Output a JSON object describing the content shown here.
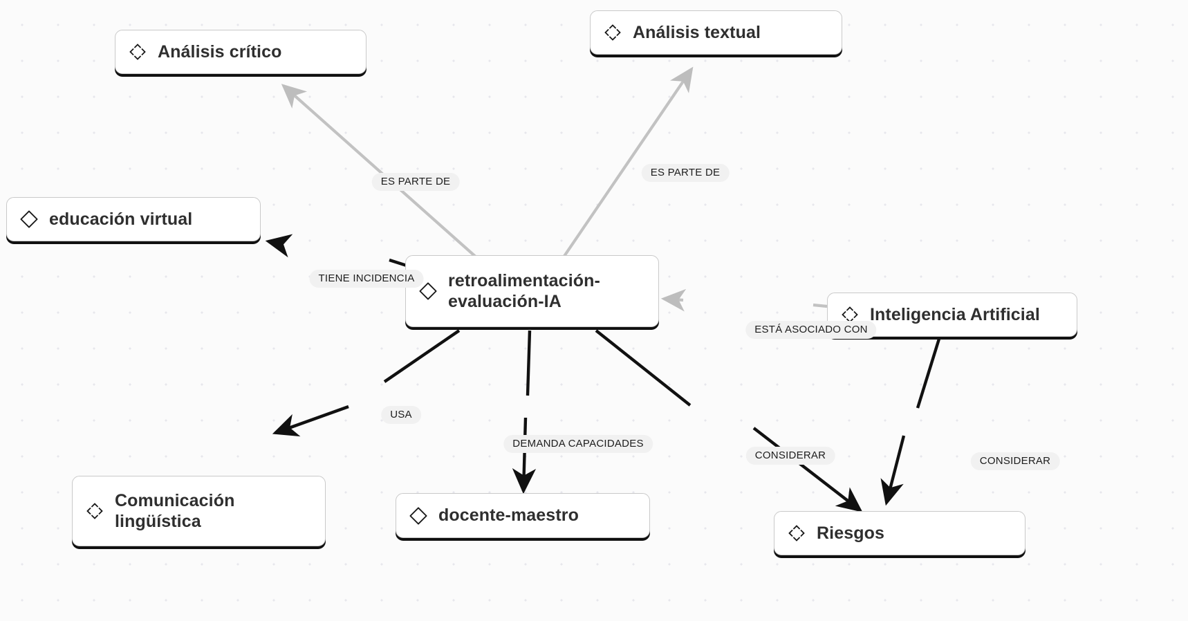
{
  "diagram": {
    "type": "concept-map",
    "background": "#fbfbfb",
    "dot_grid_color": "#e7e7ec",
    "node_border_color": "#c9c9c9",
    "node_shadow_color": "#111111",
    "edge_color_gray": "#c2c2c2",
    "edge_color_black": "#111111",
    "label_pill_bg": "#f1f1f1"
  },
  "nodes": [
    {
      "id": "analisis-critico",
      "label": "Análisis crítico",
      "icon": "move-diamond-icon"
    },
    {
      "id": "analisis-textual",
      "label": "Análisis textual",
      "icon": "move-diamond-icon"
    },
    {
      "id": "educacion-virtual",
      "label": "educación virtual",
      "icon": "diamond-icon"
    },
    {
      "id": "retroalimentacion",
      "label": "retroalimentación-\nevaluación-IA",
      "icon": "diamond-icon"
    },
    {
      "id": "inteligencia-artificial",
      "label": "Inteligencia Artificial",
      "icon": "move-diamond-icon"
    },
    {
      "id": "comunicacion",
      "label": "Comunicación\nlingüística",
      "icon": "move-diamond-icon"
    },
    {
      "id": "docente-maestro",
      "label": "docente-maestro",
      "icon": "diamond-icon"
    },
    {
      "id": "riesgos",
      "label": "Riesgos",
      "icon": "move-diamond-icon"
    }
  ],
  "edges": [
    {
      "id": "e1",
      "from": "retroalimentacion",
      "to": "analisis-critico",
      "label": "ES PARTE DE",
      "style": "gray"
    },
    {
      "id": "e2",
      "from": "retroalimentacion",
      "to": "analisis-textual",
      "label": "ES PARTE DE",
      "style": "gray"
    },
    {
      "id": "e3",
      "from": "retroalimentacion",
      "to": "educacion-virtual",
      "label": "TIENE INCIDENCIA",
      "style": "black"
    },
    {
      "id": "e4",
      "from": "inteligencia-artificial",
      "to": "retroalimentacion",
      "label": "ESTÁ ASOCIADO CON",
      "style": "gray"
    },
    {
      "id": "e5",
      "from": "retroalimentacion",
      "to": "comunicacion",
      "label": "USA",
      "style": "black"
    },
    {
      "id": "e6",
      "from": "retroalimentacion",
      "to": "docente-maestro",
      "label": "DEMANDA CAPACIDADES",
      "style": "black"
    },
    {
      "id": "e7",
      "from": "retroalimentacion",
      "to": "riesgos",
      "label": "CONSIDERAR",
      "style": "black"
    },
    {
      "id": "e8",
      "from": "inteligencia-artificial",
      "to": "riesgos",
      "label": "CONSIDERAR",
      "style": "black"
    }
  ]
}
